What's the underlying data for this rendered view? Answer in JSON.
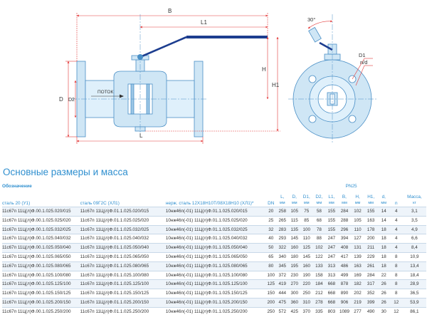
{
  "drawing": {
    "labels": {
      "B": "B",
      "L1": "L1",
      "L": "L",
      "H": "H",
      "H1": "H1",
      "D": "D",
      "D2": "D2",
      "angle": "30°",
      "D1": "D1",
      "nd": "n/d",
      "flow": "ПОТОК"
    }
  },
  "colors": {
    "accent": "#2f8fcf",
    "body_fill": "#cfe6f5",
    "handle": "#1c3d8f",
    "dim_line": "#e33b3b"
  },
  "section_title": "Основные размеры и масса",
  "table": {
    "pressure_label": "PN25",
    "group_label": "Обозначение",
    "headers": {
      "steel20": "сталь 20 (У1)",
      "steel09g2s": "сталь 09Г2С (ХЛ1)",
      "stainless": "нерж. сталь 12Х18Н10Т/08Х18Н10 (ХЛ1)*",
      "dn": "DN",
      "dims": [
        "L,",
        "D,",
        "D1,",
        "D2,",
        "L1,",
        "B,",
        "H,",
        "H1,",
        "d,"
      ],
      "unit": "мм",
      "n": "n",
      "mass": "Масса,",
      "mass_unit": "кг"
    },
    "rows": [
      [
        "11с67п 11Ц(л)Ф.00.1.025.020/015",
        "11с67п 11Ц(л)Ф.01.1.025.020/015",
        "10нж46п(-01) 11Ц(л)Ф.01.1.025.020/015",
        "20",
        "258",
        "105",
        "75",
        "58",
        "155",
        "284",
        "102",
        "155",
        "14",
        "4",
        "3,1"
      ],
      [
        "11с67п 11Ц(л)Ф.00.1.025.025/020",
        "11с67п 11Ц(л)Ф.01.1.025.025/020",
        "10нж46п(-01) 11Ц(л)Ф.01.1.025.025/020",
        "25",
        "265",
        "115",
        "85",
        "68",
        "155",
        "288",
        "105",
        "163",
        "14",
        "4",
        "3,5"
      ],
      [
        "11с67п 11Ц(л)Ф.00.1.025.032/025",
        "11с67п 11Ц(л)Ф.01.1.025.032/025",
        "10нж46п(-01) 11Ц(л)Ф.01.1.025.032/025",
        "32",
        "283",
        "135",
        "100",
        "78",
        "155",
        "296",
        "110",
        "178",
        "18",
        "4",
        "4,9"
      ],
      [
        "11с67п 11Ц(л)Ф.00.1.025.040/032",
        "11с67п 11Ц(л)Ф.01.1.025.040/032",
        "10нж46п(-01) 11Ц(л)Ф.01.1.025.040/032",
        "40",
        "293",
        "145",
        "110",
        "88",
        "247",
        "394",
        "127",
        "200",
        "18",
        "4",
        "6,6"
      ],
      [
        "11с67п 11Ц(л)Ф.00.1.025.050/040",
        "11с67п 11Ц(л)Ф.01.1.025.050/040",
        "10нж46п(-01) 11Ц(л)Ф.01.1.025.050/040",
        "50",
        "322",
        "160",
        "125",
        "102",
        "247",
        "408",
        "131",
        "211",
        "18",
        "4",
        "8,4"
      ],
      [
        "11с67п 11Ц(л)Ф.00.1.025.065/050",
        "11с67п 11Ц(л)Ф.01.1.025.065/050",
        "10нж46п(-01) 11Ц(л)Ф.01.1.025.065/050",
        "65",
        "340",
        "180",
        "145",
        "122",
        "247",
        "417",
        "139",
        "229",
        "18",
        "8",
        "10,9"
      ],
      [
        "11с67п 11Ц(л)Ф.00.1.025.080/065",
        "11с67п 11Ц(л)Ф.01.1.025.080/065",
        "10нж46п(-01) 11Ц(л)Ф.01.1.025.080/065",
        "80",
        "345",
        "195",
        "160",
        "133",
        "313",
        "486",
        "163",
        "261",
        "18",
        "8",
        "13,4"
      ],
      [
        "11с67п 11Ц(л)Ф.00.1.025.100/080",
        "11с67п 11Ц(л)Ф.01.1.025.100/080",
        "10нж46п(-01) 11Ц(л)Ф.01.1.025.100/080",
        "100",
        "372",
        "230",
        "190",
        "158",
        "313",
        "499",
        "169",
        "284",
        "22",
        "8",
        "18,4"
      ],
      [
        "11с67п 11Ц(л)Ф.00.1.025.125/100",
        "11с67п 11Ц(л)Ф.01.1.025.125/100",
        "10нж46п(-01) 11Ц(л)Ф.01.1.025.125/100",
        "125",
        "419",
        "270",
        "220",
        "184",
        "668",
        "878",
        "182",
        "317",
        "26",
        "8",
        "28,9"
      ],
      [
        "11с67п 11Ц(л)Ф.00.1.025.150/125",
        "11с67п 11Ц(л)Ф.01.1.025.150/125",
        "10нж46п(-01) 11Ц(л)Ф.01.1.025.150/125",
        "150",
        "444",
        "300",
        "250",
        "212",
        "668",
        "890",
        "202",
        "352",
        "26",
        "8",
        "36,5"
      ],
      [
        "11с67п 11Ц(л)Ф.00.1.025.200/150",
        "11с67п 11Ц(л)Ф.01.1.025.200/150",
        "10нж46п(-01) 11Ц(л)Ф.01.1.025.200/150",
        "200",
        "475",
        "360",
        "310",
        "278",
        "668",
        "906",
        "219",
        "399",
        "26",
        "12",
        "53,9"
      ],
      [
        "11с67п 11Ц(л)Ф.00.1.025.250/200",
        "11с67п 11Ц(л)Ф.01.1.025.250/200",
        "10нж46п(-01) 11Ц(л)Ф.01.1.025.250/200",
        "250",
        "572",
        "425",
        "370",
        "335",
        "803",
        "1089",
        "277",
        "490",
        "30",
        "12",
        "86,1"
      ]
    ]
  }
}
